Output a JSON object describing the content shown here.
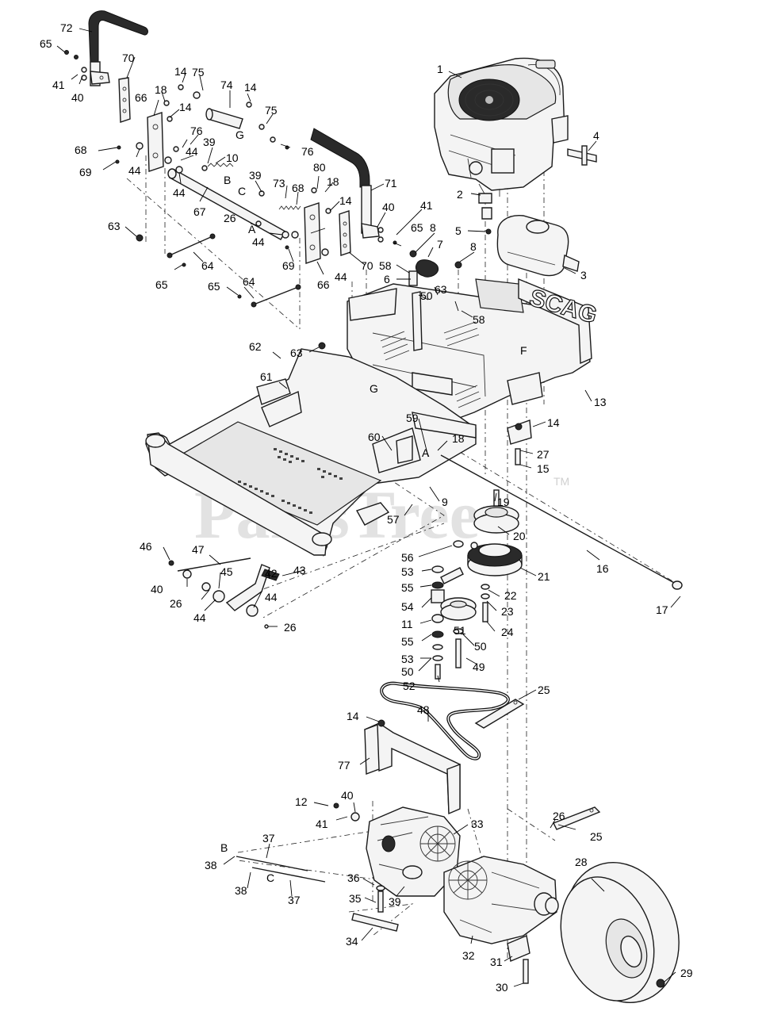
{
  "watermark": {
    "text": "PartsTree",
    "tm": "TM"
  },
  "frame_brand": "SCAG",
  "reference_letters": [
    "A",
    "A",
    "B",
    "B",
    "C",
    "C",
    "F",
    "G",
    "G"
  ],
  "callouts": [
    {
      "id": "c1",
      "label": "1"
    },
    {
      "id": "c2",
      "label": "2"
    },
    {
      "id": "c3",
      "label": "3"
    },
    {
      "id": "c4",
      "label": "4"
    },
    {
      "id": "c5",
      "label": "5"
    },
    {
      "id": "c6",
      "label": "6"
    },
    {
      "id": "c7",
      "label": "7"
    },
    {
      "id": "c8a",
      "label": "8"
    },
    {
      "id": "c8b",
      "label": "8"
    },
    {
      "id": "c9",
      "label": "9"
    },
    {
      "id": "c10",
      "label": "10"
    },
    {
      "id": "c11",
      "label": "11"
    },
    {
      "id": "c12",
      "label": "12"
    },
    {
      "id": "c13",
      "label": "13"
    },
    {
      "id": "c14a",
      "label": "14"
    },
    {
      "id": "c14b",
      "label": "14"
    },
    {
      "id": "c14c",
      "label": "14"
    },
    {
      "id": "c14d",
      "label": "14"
    },
    {
      "id": "c14e",
      "label": "14"
    },
    {
      "id": "c14f",
      "label": "14"
    },
    {
      "id": "c15",
      "label": "15"
    },
    {
      "id": "c16",
      "label": "16"
    },
    {
      "id": "c17",
      "label": "17"
    },
    {
      "id": "c18a",
      "label": "18"
    },
    {
      "id": "c18b",
      "label": "18"
    },
    {
      "id": "c18c",
      "label": "18"
    },
    {
      "id": "c19",
      "label": "19"
    },
    {
      "id": "c20",
      "label": "20"
    },
    {
      "id": "c21",
      "label": "21"
    },
    {
      "id": "c22",
      "label": "22"
    },
    {
      "id": "c23",
      "label": "23"
    },
    {
      "id": "c24",
      "label": "24"
    },
    {
      "id": "c25a",
      "label": "25"
    },
    {
      "id": "c25b",
      "label": "25"
    },
    {
      "id": "c26a",
      "label": "26"
    },
    {
      "id": "c26b",
      "label": "26"
    },
    {
      "id": "c26c",
      "label": "26"
    },
    {
      "id": "c26d",
      "label": "26"
    },
    {
      "id": "c27",
      "label": "27"
    },
    {
      "id": "c28",
      "label": "28"
    },
    {
      "id": "c29",
      "label": "29"
    },
    {
      "id": "c30",
      "label": "30"
    },
    {
      "id": "c31",
      "label": "31"
    },
    {
      "id": "c32",
      "label": "32"
    },
    {
      "id": "c33",
      "label": "33"
    },
    {
      "id": "c34",
      "label": "34"
    },
    {
      "id": "c35",
      "label": "35"
    },
    {
      "id": "c36",
      "label": "36"
    },
    {
      "id": "c37a",
      "label": "37"
    },
    {
      "id": "c37b",
      "label": "37"
    },
    {
      "id": "c38a",
      "label": "38"
    },
    {
      "id": "c38b",
      "label": "38"
    },
    {
      "id": "c39a",
      "label": "39"
    },
    {
      "id": "c39b",
      "label": "39"
    },
    {
      "id": "c39c",
      "label": "39"
    },
    {
      "id": "c40a",
      "label": "40"
    },
    {
      "id": "c40b",
      "label": "40"
    },
    {
      "id": "c40c",
      "label": "40"
    },
    {
      "id": "c40d",
      "label": "40"
    },
    {
      "id": "c41a",
      "label": "41"
    },
    {
      "id": "c41b",
      "label": "41"
    },
    {
      "id": "c41c",
      "label": "41"
    },
    {
      "id": "c42",
      "label": "42"
    },
    {
      "id": "c43",
      "label": "43"
    },
    {
      "id": "c44a",
      "label": "44"
    },
    {
      "id": "c44b",
      "label": "44"
    },
    {
      "id": "c44c",
      "label": "44"
    },
    {
      "id": "c44d",
      "label": "44"
    },
    {
      "id": "c44e",
      "label": "44"
    },
    {
      "id": "c44f",
      "label": "44"
    },
    {
      "id": "c44g",
      "label": "44"
    },
    {
      "id": "c45",
      "label": "45"
    },
    {
      "id": "c46",
      "label": "46"
    },
    {
      "id": "c47",
      "label": "47"
    },
    {
      "id": "c48",
      "label": "48"
    },
    {
      "id": "c49",
      "label": "49"
    },
    {
      "id": "c50a",
      "label": "50"
    },
    {
      "id": "c50b",
      "label": "50"
    },
    {
      "id": "c50c",
      "label": "50"
    },
    {
      "id": "c51",
      "label": "51"
    },
    {
      "id": "c52",
      "label": "52"
    },
    {
      "id": "c53a",
      "label": "53"
    },
    {
      "id": "c53b",
      "label": "53"
    },
    {
      "id": "c54",
      "label": "54"
    },
    {
      "id": "c55a",
      "label": "55"
    },
    {
      "id": "c55b",
      "label": "55"
    },
    {
      "id": "c56",
      "label": "56"
    },
    {
      "id": "c57",
      "label": "57"
    },
    {
      "id": "c58a",
      "label": "58"
    },
    {
      "id": "c58b",
      "label": "58"
    },
    {
      "id": "c59",
      "label": "59"
    },
    {
      "id": "c60",
      "label": "60"
    },
    {
      "id": "c61",
      "label": "61"
    },
    {
      "id": "c62",
      "label": "62"
    },
    {
      "id": "c63a",
      "label": "63"
    },
    {
      "id": "c63b",
      "label": "63"
    },
    {
      "id": "c63c",
      "label": "63"
    },
    {
      "id": "c64a",
      "label": "64"
    },
    {
      "id": "c64b",
      "label": "64"
    },
    {
      "id": "c65a",
      "label": "65"
    },
    {
      "id": "c65b",
      "label": "65"
    },
    {
      "id": "c65c",
      "label": "65"
    },
    {
      "id": "c65d",
      "label": "65"
    },
    {
      "id": "c66a",
      "label": "66"
    },
    {
      "id": "c66b",
      "label": "66"
    },
    {
      "id": "c67",
      "label": "67"
    },
    {
      "id": "c68a",
      "label": "68"
    },
    {
      "id": "c68b",
      "label": "68"
    },
    {
      "id": "c69a",
      "label": "69"
    },
    {
      "id": "c69b",
      "label": "69"
    },
    {
      "id": "c70a",
      "label": "70"
    },
    {
      "id": "c70b",
      "label": "70"
    },
    {
      "id": "c71",
      "label": "71"
    },
    {
      "id": "c72",
      "label": "72"
    },
    {
      "id": "c73",
      "label": "73"
    },
    {
      "id": "c74",
      "label": "74"
    },
    {
      "id": "c75a",
      "label": "75"
    },
    {
      "id": "c75b",
      "label": "75"
    },
    {
      "id": "c76a",
      "label": "76"
    },
    {
      "id": "c76b",
      "label": "76"
    },
    {
      "id": "c77",
      "label": "77"
    },
    {
      "id": "c80",
      "label": "80"
    }
  ]
}
